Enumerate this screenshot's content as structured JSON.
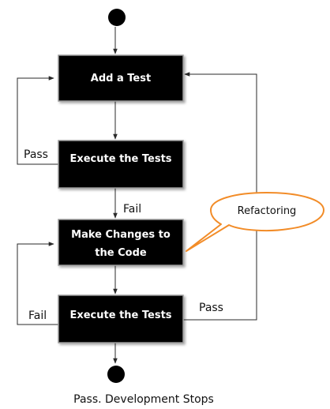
{
  "nodes": {
    "add_test": "Add a Test",
    "execute_tests_1": "Execute the Tests",
    "make_changes_line1": "Make Changes to",
    "make_changes_line2": "the Code",
    "execute_tests_2": "Execute the Tests"
  },
  "edges": {
    "pass_1": "Pass",
    "fail_1": "Fail",
    "fail_2": "Fail",
    "pass_2": "Pass"
  },
  "callout": {
    "label": "Refactoring"
  },
  "caption": "Pass. Development Stops",
  "colors": {
    "box_fill": "#000000",
    "box_border": "#9a9a9a",
    "box_text": "#ffffff",
    "callout_border": "#f28c28",
    "callout_fill": "#ffffff"
  }
}
